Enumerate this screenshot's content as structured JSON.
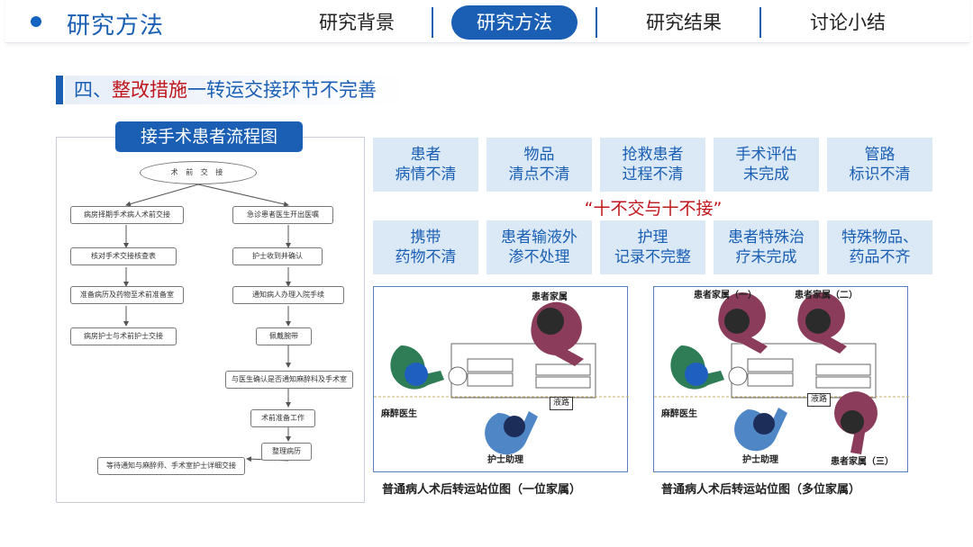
{
  "header": {
    "section_title": "研究方法",
    "tabs": [
      {
        "label": "研究背景",
        "active": false
      },
      {
        "label": "研究方法",
        "active": true
      },
      {
        "label": "研究结果",
        "active": false
      },
      {
        "label": "讨论小结",
        "active": false
      }
    ]
  },
  "subtitle": {
    "prefix": "四、",
    "highlight": "整改措施",
    "rest": "一转运交接环节不完善"
  },
  "flowchart": {
    "badge": "接手术患者流程图",
    "start": "术 前 交 接",
    "left_steps": [
      "病房择期手术病人术前交接",
      "核对手术交接核查表",
      "准备病历及药物至术前准备室",
      "病房护士与术前护士交接"
    ],
    "right_steps": [
      "急诊患者医生开出医嘱",
      "护士收到并确认",
      "通知病人办理入院手续",
      "佩戴腕带",
      "与医生确认是否通知麻醉科及手术室",
      "术前准备工作",
      "整理病历"
    ],
    "end": "等待通知与麻醉师、手术室护士详细交接"
  },
  "issues": {
    "row1": [
      "患者\n病情不清",
      "物品\n清点不清",
      "抢救患者\n过程不清",
      "手术评估\n未完成",
      "管路\n标识不清"
    ],
    "slogan": "“十不交与十不接”",
    "row2": [
      "携带\n药物不清",
      "患者输液外\n渗不处理",
      "护理\n记录不完整",
      "患者特殊治\n疗未完成",
      "特殊物品、\n药品不齐"
    ]
  },
  "diagram_one": {
    "family": "患者家属",
    "anesthetist": "麻醉医生",
    "nurse": "护士助理",
    "iv": "液路",
    "caption": "普通病人术后转运站位图（一位家属）"
  },
  "diagram_multi": {
    "family1": "患者家属（一）",
    "family2": "患者家属（二）",
    "family3": "患者家属（三）",
    "anesthetist": "麻醉医生",
    "nurse": "护士助理",
    "iv": "液路",
    "caption": "普通病人术后转运站位图（多位家属）"
  },
  "colors": {
    "primary": "#1a5fb4",
    "highlight_red": "#c0161c",
    "card_bg": "#dbe9f6",
    "family_maroon": "#8a3c5a",
    "anesthetist_green": "#2e7d57",
    "nurse_blue": "#4f86c6"
  }
}
